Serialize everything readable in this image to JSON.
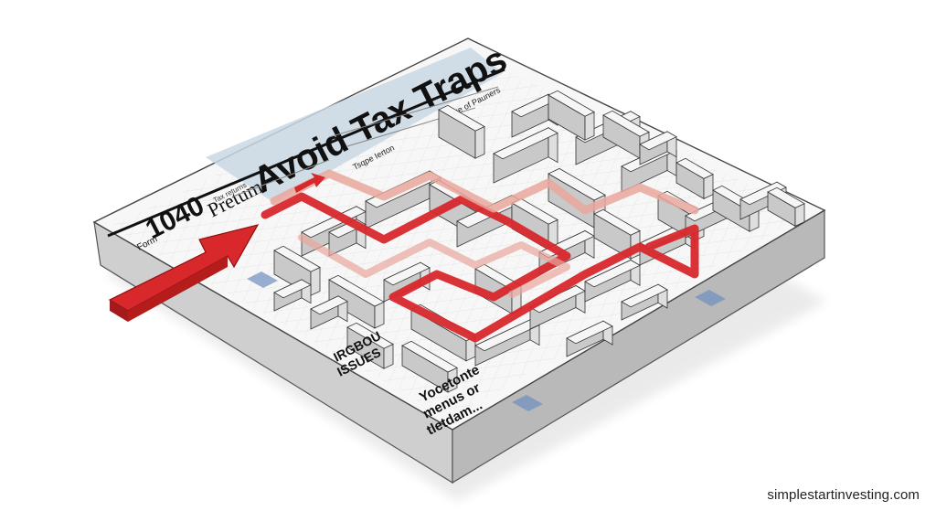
{
  "illustration": {
    "form_number": "1040",
    "form_word": "Form",
    "header_word": "Pretum",
    "headline": "Avoid Tax Traps",
    "small_label_left": "Tax returns",
    "small_label_mid": "Tsqpe Ierton",
    "small_label_right": "Texe of Pauners",
    "lower_label_1": "IRGBOU",
    "lower_label_2": "ISSUES",
    "bottom_text_1": "Yocetonte",
    "bottom_text_2": "menus or",
    "bottom_text_3": "tletdam..."
  },
  "colors": {
    "path_red": "#d8282c",
    "path_pink": "#e9a79c",
    "wall_light": "#f6f6f6",
    "wall_side": "#c9c9c9",
    "floor_blue": "#6f8fc0",
    "headline_band": "#c9d7e3",
    "ink": "#111111"
  },
  "watermark": "simplestartinvesting.com"
}
